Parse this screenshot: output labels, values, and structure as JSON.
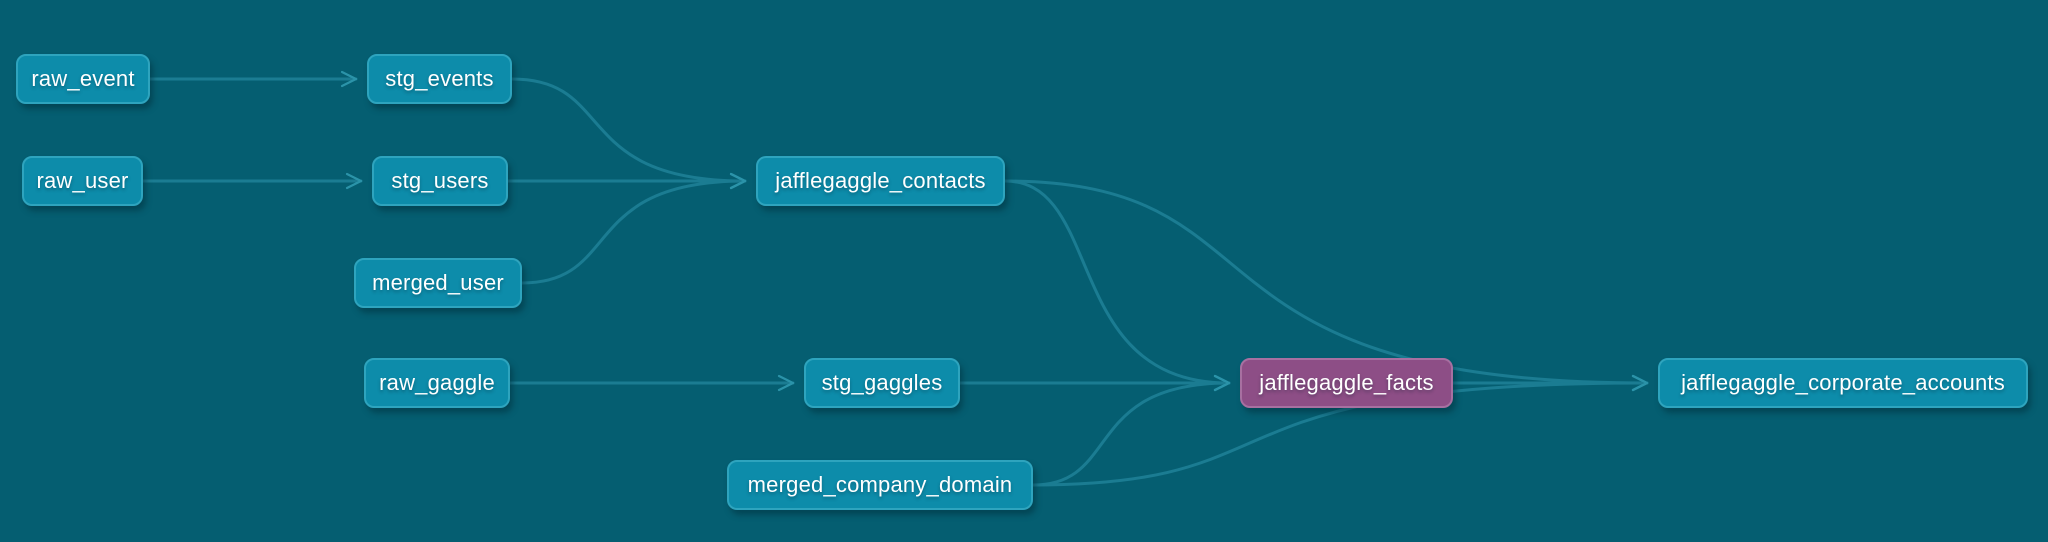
{
  "diagram": {
    "kind": "lineage-dag",
    "background_color": "#055e71",
    "edge_color": "#1b7c92",
    "arrow_color": "#2b93a9",
    "text_color": "#ffffff",
    "node_color": "#0d8caa",
    "node_border_color": "#2ea4be",
    "highlight_node_color": "#8d4e86",
    "highlight_node_border_color": "#a770a1"
  },
  "nodes": [
    {
      "id": "raw_event",
      "label": "raw_event",
      "kind": "model"
    },
    {
      "id": "stg_events",
      "label": "stg_events",
      "kind": "model"
    },
    {
      "id": "raw_user",
      "label": "raw_user",
      "kind": "model"
    },
    {
      "id": "stg_users",
      "label": "stg_users",
      "kind": "model"
    },
    {
      "id": "merged_user",
      "label": "merged_user",
      "kind": "model"
    },
    {
      "id": "jafflegaggle_contacts",
      "label": "jafflegaggle_contacts",
      "kind": "model"
    },
    {
      "id": "raw_gaggle",
      "label": "raw_gaggle",
      "kind": "model"
    },
    {
      "id": "stg_gaggles",
      "label": "stg_gaggles",
      "kind": "model"
    },
    {
      "id": "merged_company_domain",
      "label": "merged_company_domain",
      "kind": "model"
    },
    {
      "id": "jafflegaggle_facts",
      "label": "jafflegaggle_facts",
      "kind": "highlight"
    },
    {
      "id": "jafflegaggle_corporate_accounts",
      "label": "jafflegaggle_corporate_accounts",
      "kind": "model"
    }
  ],
  "edges": [
    {
      "source": "raw_event",
      "target": "stg_events"
    },
    {
      "source": "raw_user",
      "target": "stg_users"
    },
    {
      "source": "stg_events",
      "target": "jafflegaggle_contacts"
    },
    {
      "source": "stg_users",
      "target": "jafflegaggle_contacts"
    },
    {
      "source": "merged_user",
      "target": "jafflegaggle_contacts"
    },
    {
      "source": "raw_gaggle",
      "target": "stg_gaggles"
    },
    {
      "source": "stg_gaggles",
      "target": "jafflegaggle_facts"
    },
    {
      "source": "jafflegaggle_contacts",
      "target": "jafflegaggle_facts"
    },
    {
      "source": "merged_company_domain",
      "target": "jafflegaggle_facts"
    },
    {
      "source": "jafflegaggle_facts",
      "target": "jafflegaggle_corporate_accounts"
    },
    {
      "source": "jafflegaggle_contacts",
      "target": "jafflegaggle_corporate_accounts"
    },
    {
      "source": "merged_company_domain",
      "target": "jafflegaggle_corporate_accounts"
    }
  ]
}
